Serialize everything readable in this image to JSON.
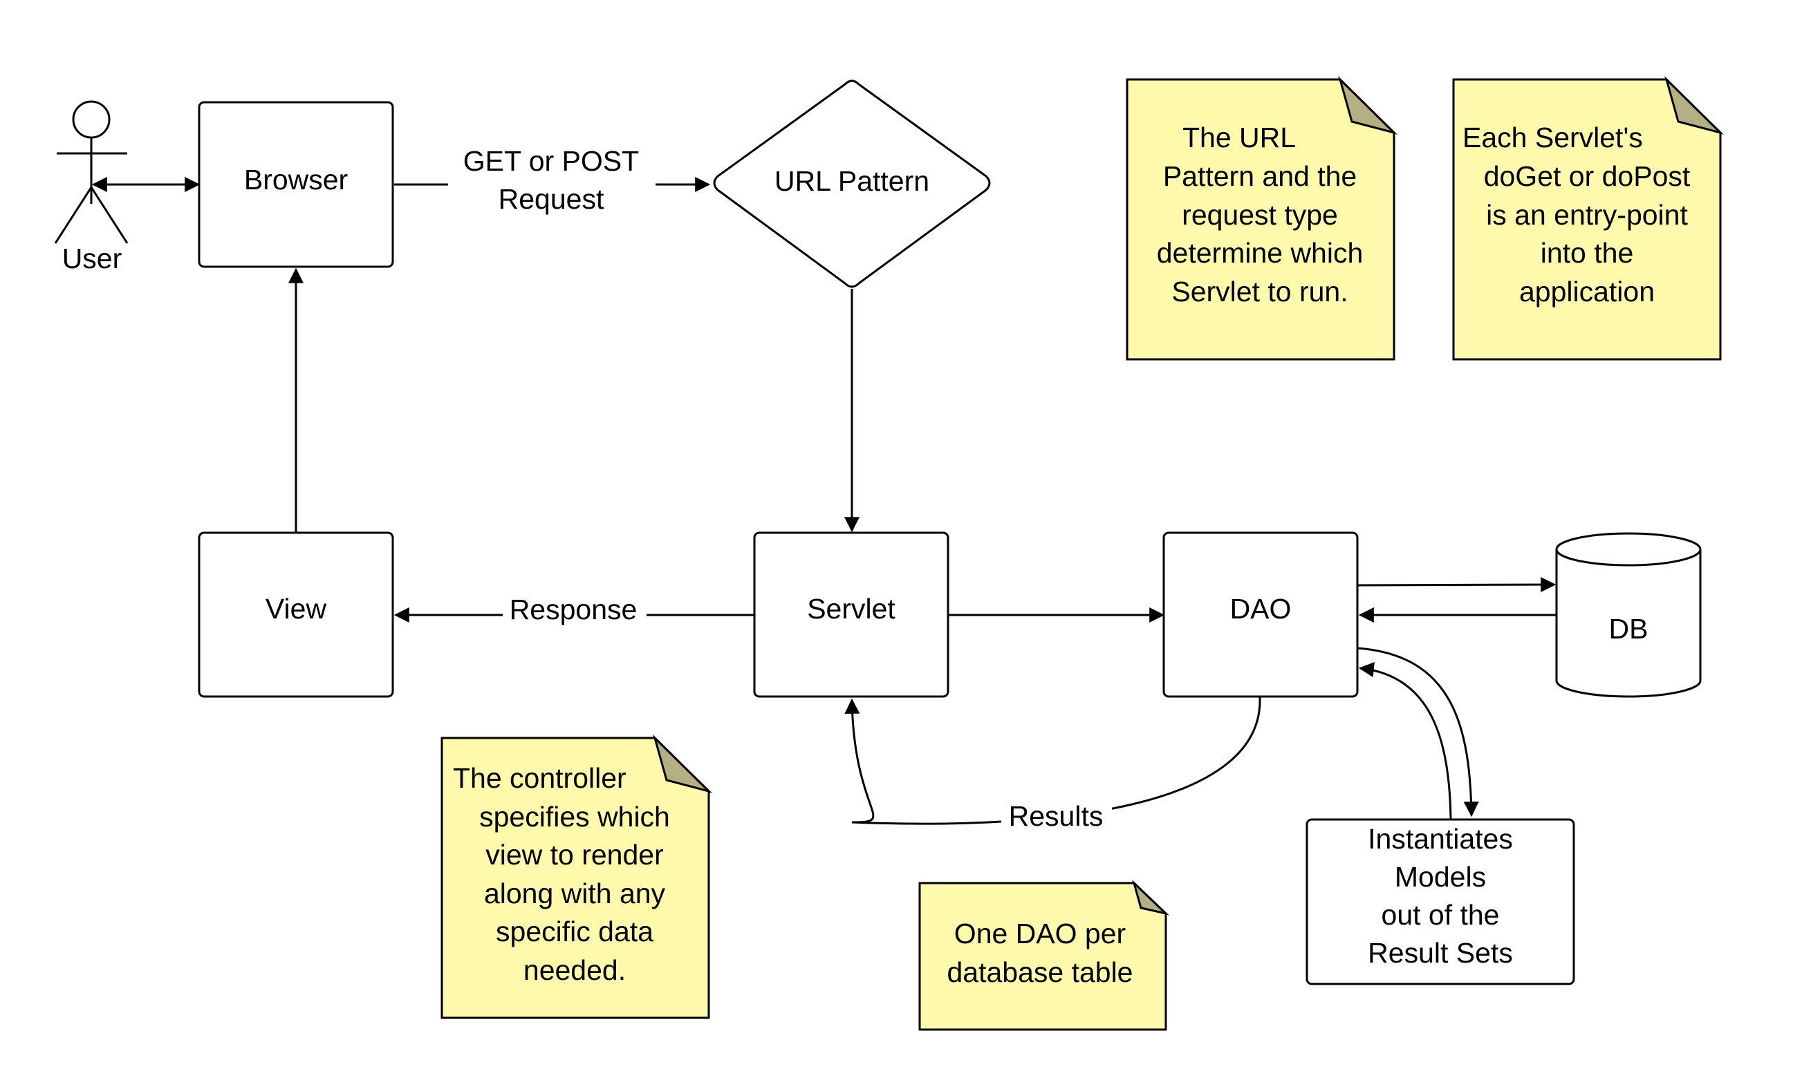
{
  "actor": {
    "label": "User"
  },
  "nodes": {
    "browser": "Browser",
    "url_pattern": "URL Pattern",
    "servlet": "Servlet",
    "view": "View",
    "dao": "DAO",
    "db": "DB",
    "models": [
      "Instantiates",
      "Models",
      "out of the",
      "Result Sets"
    ]
  },
  "edges": {
    "request": [
      "GET or POST",
      "Request"
    ],
    "response": "Response",
    "results": "Results"
  },
  "notes": {
    "url_note": [
      "The URL",
      "Pattern and the",
      "request type",
      "determine which",
      "Servlet to run."
    ],
    "servlet_note": [
      "Each Servlet's",
      "doGet or doPost",
      "is an entry-point",
      "into the",
      "application"
    ],
    "controller_note": [
      "The controller",
      "specifies which",
      "view to render",
      "along with any",
      "specific data",
      "needed."
    ],
    "dao_note": [
      "One DAO per",
      "database table"
    ]
  },
  "colors": {
    "note_fill": "#FFFAAB",
    "note_fold": "#B5B083",
    "stroke": "#000000",
    "background": "#FFFFFF"
  }
}
